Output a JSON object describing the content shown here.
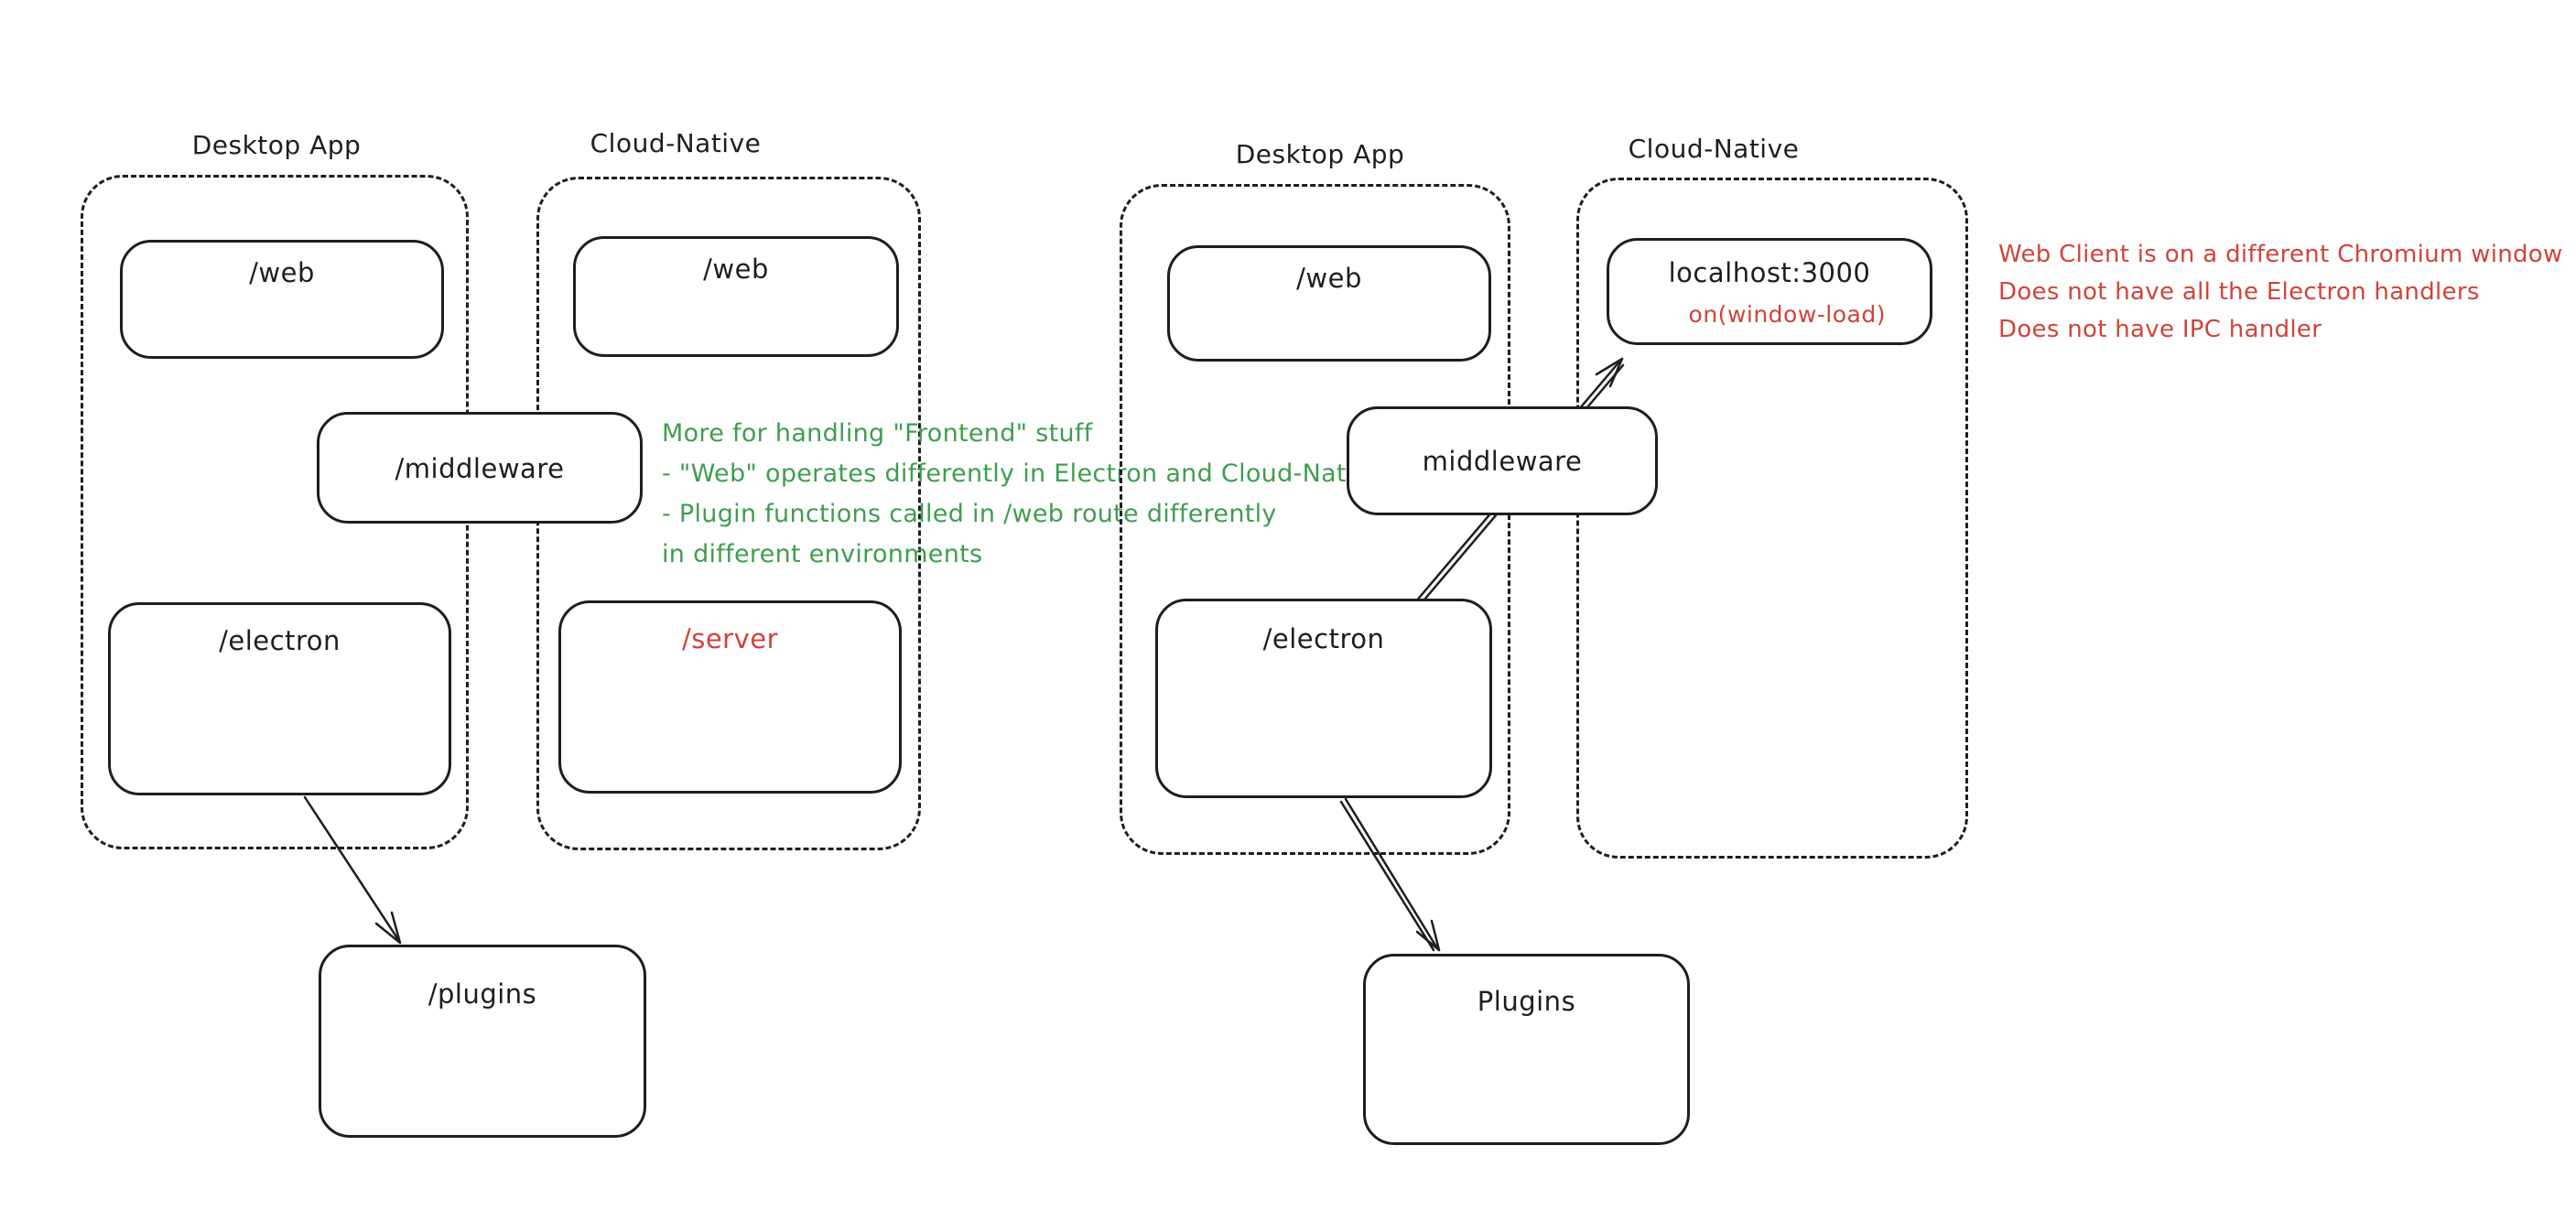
{
  "colors": {
    "stroke": "#1e1e1e",
    "green_annotation": "#3f9e4e",
    "red_annotation": "#d0443a",
    "background": "#ffffff"
  },
  "left": {
    "desktop": {
      "title": "Desktop App",
      "web": "/web",
      "electron": "/electron"
    },
    "cloud": {
      "title": "Cloud-Native",
      "web": "/web",
      "server": "/server"
    },
    "middleware": "/middleware",
    "plugins": "/plugins"
  },
  "right": {
    "desktop": {
      "title": "Desktop App",
      "web": "/web",
      "electron": "/electron"
    },
    "cloud": {
      "title": "Cloud-Native",
      "localhost": "localhost:3000",
      "window_load": "on(window-load)"
    },
    "middleware": "middleware",
    "plugins": "Plugins"
  },
  "notes": {
    "green": {
      "line1": "More for handling \"Frontend\" stuff",
      "line2": "- \"Web\" operates differently in Electron and Cloud-Native",
      "line3": "- Plugin functions called in /web route differently",
      "line4": "in different environments"
    },
    "red": {
      "line1": "Web Client is on a different Chromium window",
      "line2": "Does not have all the Electron handlers",
      "line3": "Does not have IPC handler"
    }
  }
}
